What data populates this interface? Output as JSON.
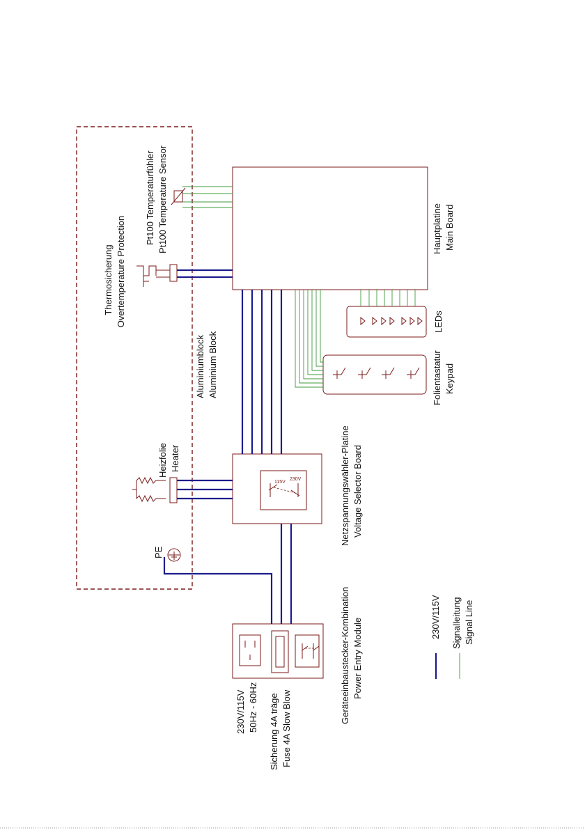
{
  "labels": {
    "pt100_de": "Pt100 Temperaturfühler",
    "pt100_en": "Pt100 Temperature Sensor",
    "thermo_de": "Thermosicherung",
    "thermo_en": "Overtemperature Protection",
    "alu_de": "Aluminiumblock",
    "alu_en": "Aluminium Block",
    "heater_de": "Heizfolie",
    "heater_en": "Heater",
    "pe": "PE",
    "main_de": "Hauptplatine",
    "main_en": "Main Board",
    "leds": "LEDs",
    "keypad_de": "Folientastatur",
    "keypad_en": "Keypad",
    "voltage_de": "Netzspannungswähler-Platine",
    "voltage_en": "Voltage Selector Board",
    "v115": "115V",
    "v230": "230V",
    "pem_de": "Geräteeinbaustecker-Kombination",
    "pem_en": "Power Entry Module",
    "supply_v": "230V/115V",
    "supply_hz": "50Hz - 60Hz",
    "fuse_de": "Sicherung 4A träge",
    "fuse_en": "Fuse 4A Slow Blow",
    "legend_power": "230V/115V",
    "legend_signal_de": "Signalleitung",
    "legend_signal_en": "Signal Line"
  },
  "colors": {
    "component": "#7b1a1a",
    "power_line": "#1c1c8c",
    "signal_line": "#3c9a3c"
  }
}
